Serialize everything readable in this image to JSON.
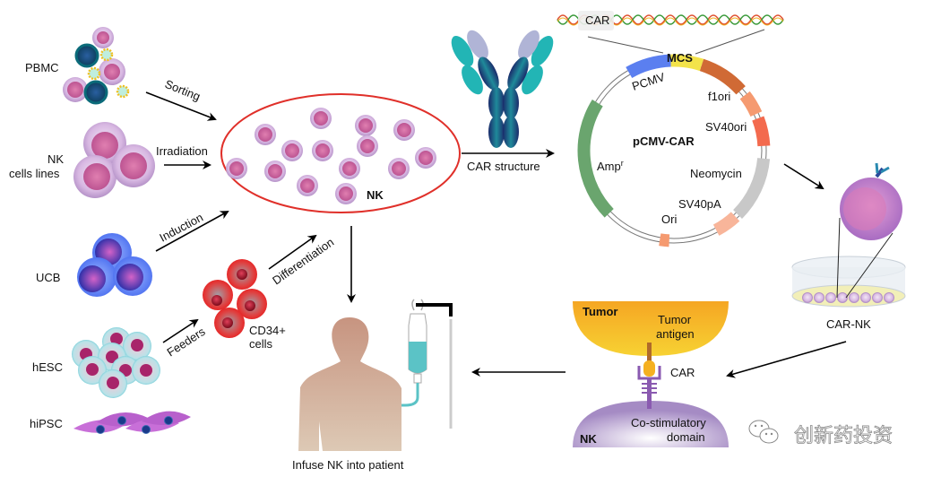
{
  "sources": {
    "pbmc": "PBMC",
    "nk_lines_1": "NK",
    "nk_lines_2": "cells lines",
    "ucb": "UCB",
    "hesc": "hESC",
    "hipsc": "hiPSC",
    "cd34_1": "CD34+",
    "cd34_2": "cells"
  },
  "arrows": {
    "sorting": "Sorting",
    "irradiation": "Irradiation",
    "induction": "Induction",
    "feeders": "Feeders",
    "differentiation": "Differentiation",
    "car_structure": "CAR structure"
  },
  "nk_pool": {
    "label": "NK"
  },
  "plasmid": {
    "name": "pCMV-CAR",
    "insert": "CAR",
    "mcs": "MCS",
    "pcmv": "PCMV",
    "f1ori": "f1ori",
    "sv40ori": "SV40ori",
    "neomycin": "Neomycin",
    "sv40pa": "SV40pA",
    "ori": "Ori",
    "amp": "Amp",
    "amp_sup": "r"
  },
  "car_nk": {
    "label": "CAR-NK"
  },
  "synapse": {
    "tumor": "Tumor",
    "antigen_1": "Tumor",
    "antigen_2": "antigen",
    "car": "CAR",
    "costim_1": "Co-stimulatory",
    "costim_2": "domain",
    "nk": "NK"
  },
  "patient": {
    "label": "Infuse NK into patient"
  },
  "watermark": {
    "text": "创新药投资",
    "icon": "wechat-icon"
  },
  "colors": {
    "ellipse": "#e0302a",
    "pcmv": "#5b7ff0",
    "mcs": "#f3e34a",
    "orange1": "#d06a35",
    "f1ori": "#f59a70",
    "sv40ori": "#f36a4e",
    "neomycin": "#c8c8c8",
    "sv40pa": "#f8b59a",
    "ori": "#f59a70",
    "amp": "#6aa56e"
  }
}
